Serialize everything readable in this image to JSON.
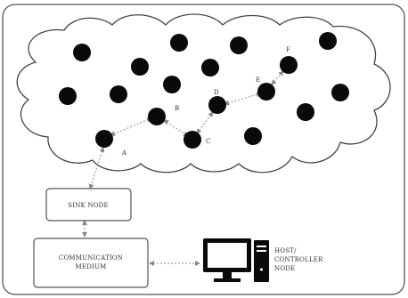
{
  "nodes": {
    "a": "A",
    "b": "B",
    "c": "C",
    "d": "D",
    "e": "E",
    "f": "F"
  },
  "boxes": {
    "sink_node": "SINK NODE",
    "communication_medium_line1": "COMMUNICATION",
    "communication_medium_line2": "MEDIUM"
  },
  "host": {
    "line1": "HOST/",
    "line2": "CONTROLLER",
    "line3": "NODE"
  },
  "colors": {
    "node_fill": "#0a0a0a",
    "border": "#555555",
    "link": "#8a8a8a"
  },
  "icons": {
    "host_computer": "desktop-computer-icon"
  }
}
